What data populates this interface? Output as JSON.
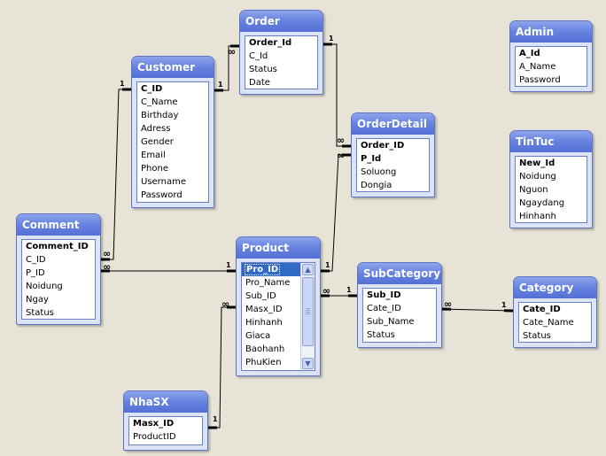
{
  "tables": [
    {
      "id": "order",
      "title": "Order",
      "fields": [
        {
          "name": "Order_Id",
          "pk": true
        },
        {
          "name": "C_Id"
        },
        {
          "name": "Status"
        },
        {
          "name": "Date"
        }
      ]
    },
    {
      "id": "customer",
      "title": "Customer",
      "fields": [
        {
          "name": "C_ID",
          "pk": true
        },
        {
          "name": "C_Name"
        },
        {
          "name": "Birthday"
        },
        {
          "name": "Adress"
        },
        {
          "name": "Gender"
        },
        {
          "name": "Email"
        },
        {
          "name": "Phone"
        },
        {
          "name": "Username"
        },
        {
          "name": "Password"
        }
      ]
    },
    {
      "id": "admin",
      "title": "Admin",
      "fields": [
        {
          "name": "A_Id",
          "pk": true
        },
        {
          "name": "A_Name"
        },
        {
          "name": "Password"
        }
      ]
    },
    {
      "id": "orderdetail",
      "title": "OrderDetail",
      "fields": [
        {
          "name": "Order_ID",
          "pk": true
        },
        {
          "name": "P_Id",
          "pk": true
        },
        {
          "name": "Soluong"
        },
        {
          "name": "Dongia"
        }
      ]
    },
    {
      "id": "tintuc",
      "title": "TinTuc",
      "fields": [
        {
          "name": "New_Id",
          "pk": true
        },
        {
          "name": "Noidung"
        },
        {
          "name": "Nguon"
        },
        {
          "name": "Ngaydang"
        },
        {
          "name": "Hinhanh"
        }
      ]
    },
    {
      "id": "comment",
      "title": "Comment",
      "fields": [
        {
          "name": "Comment_ID",
          "pk": true
        },
        {
          "name": "C_ID"
        },
        {
          "name": "P_ID"
        },
        {
          "name": "Noidung"
        },
        {
          "name": "Ngay"
        },
        {
          "name": "Status"
        }
      ]
    },
    {
      "id": "product",
      "title": "Product",
      "scrollbar": true,
      "fields": [
        {
          "name": "Pro_ID",
          "pk": true,
          "selected": true
        },
        {
          "name": "Pro_Name"
        },
        {
          "name": "Sub_ID"
        },
        {
          "name": "Masx_ID"
        },
        {
          "name": "Hinhanh"
        },
        {
          "name": "Giaca"
        },
        {
          "name": "Baohanh"
        },
        {
          "name": "PhuKien"
        }
      ]
    },
    {
      "id": "subcategory",
      "title": "SubCategory",
      "fields": [
        {
          "name": "Sub_ID",
          "pk": true
        },
        {
          "name": "Cate_ID"
        },
        {
          "name": "Sub_Name"
        },
        {
          "name": "Status"
        }
      ]
    },
    {
      "id": "category",
      "title": "Category",
      "fields": [
        {
          "name": "Cate_ID",
          "pk": true
        },
        {
          "name": "Cate_Name"
        },
        {
          "name": "Status"
        }
      ]
    },
    {
      "id": "nhasx",
      "title": "NhaSX",
      "fields": [
        {
          "name": "Masx_ID",
          "pk": true
        },
        {
          "name": "ProductID"
        }
      ]
    }
  ],
  "relationships": [
    {
      "id": "customer-order",
      "one": "customer",
      "many": "order",
      "one_label": "1",
      "many_label": "∞"
    },
    {
      "id": "order-orderdetail",
      "one": "order",
      "many": "orderdetail",
      "one_label": "1",
      "many_label": "∞"
    },
    {
      "id": "product-orderdetail",
      "one": "product",
      "many": "orderdetail",
      "one_label": "1",
      "many_label": "∞"
    },
    {
      "id": "customer-comment",
      "one": "customer",
      "many": "comment",
      "one_label": "1",
      "many_label": "∞"
    },
    {
      "id": "product-comment",
      "one": "product",
      "many": "comment",
      "one_label": "1",
      "many_label": "∞"
    },
    {
      "id": "subcategory-product",
      "one": "subcategory",
      "many": "product",
      "one_label": "1",
      "many_label": "∞"
    },
    {
      "id": "category-subcategory",
      "one": "category",
      "many": "subcategory",
      "one_label": "1",
      "many_label": "∞"
    },
    {
      "id": "nhasx-product",
      "one": "nhasx",
      "many": "product",
      "one_label": "1",
      "many_label": "∞"
    }
  ]
}
